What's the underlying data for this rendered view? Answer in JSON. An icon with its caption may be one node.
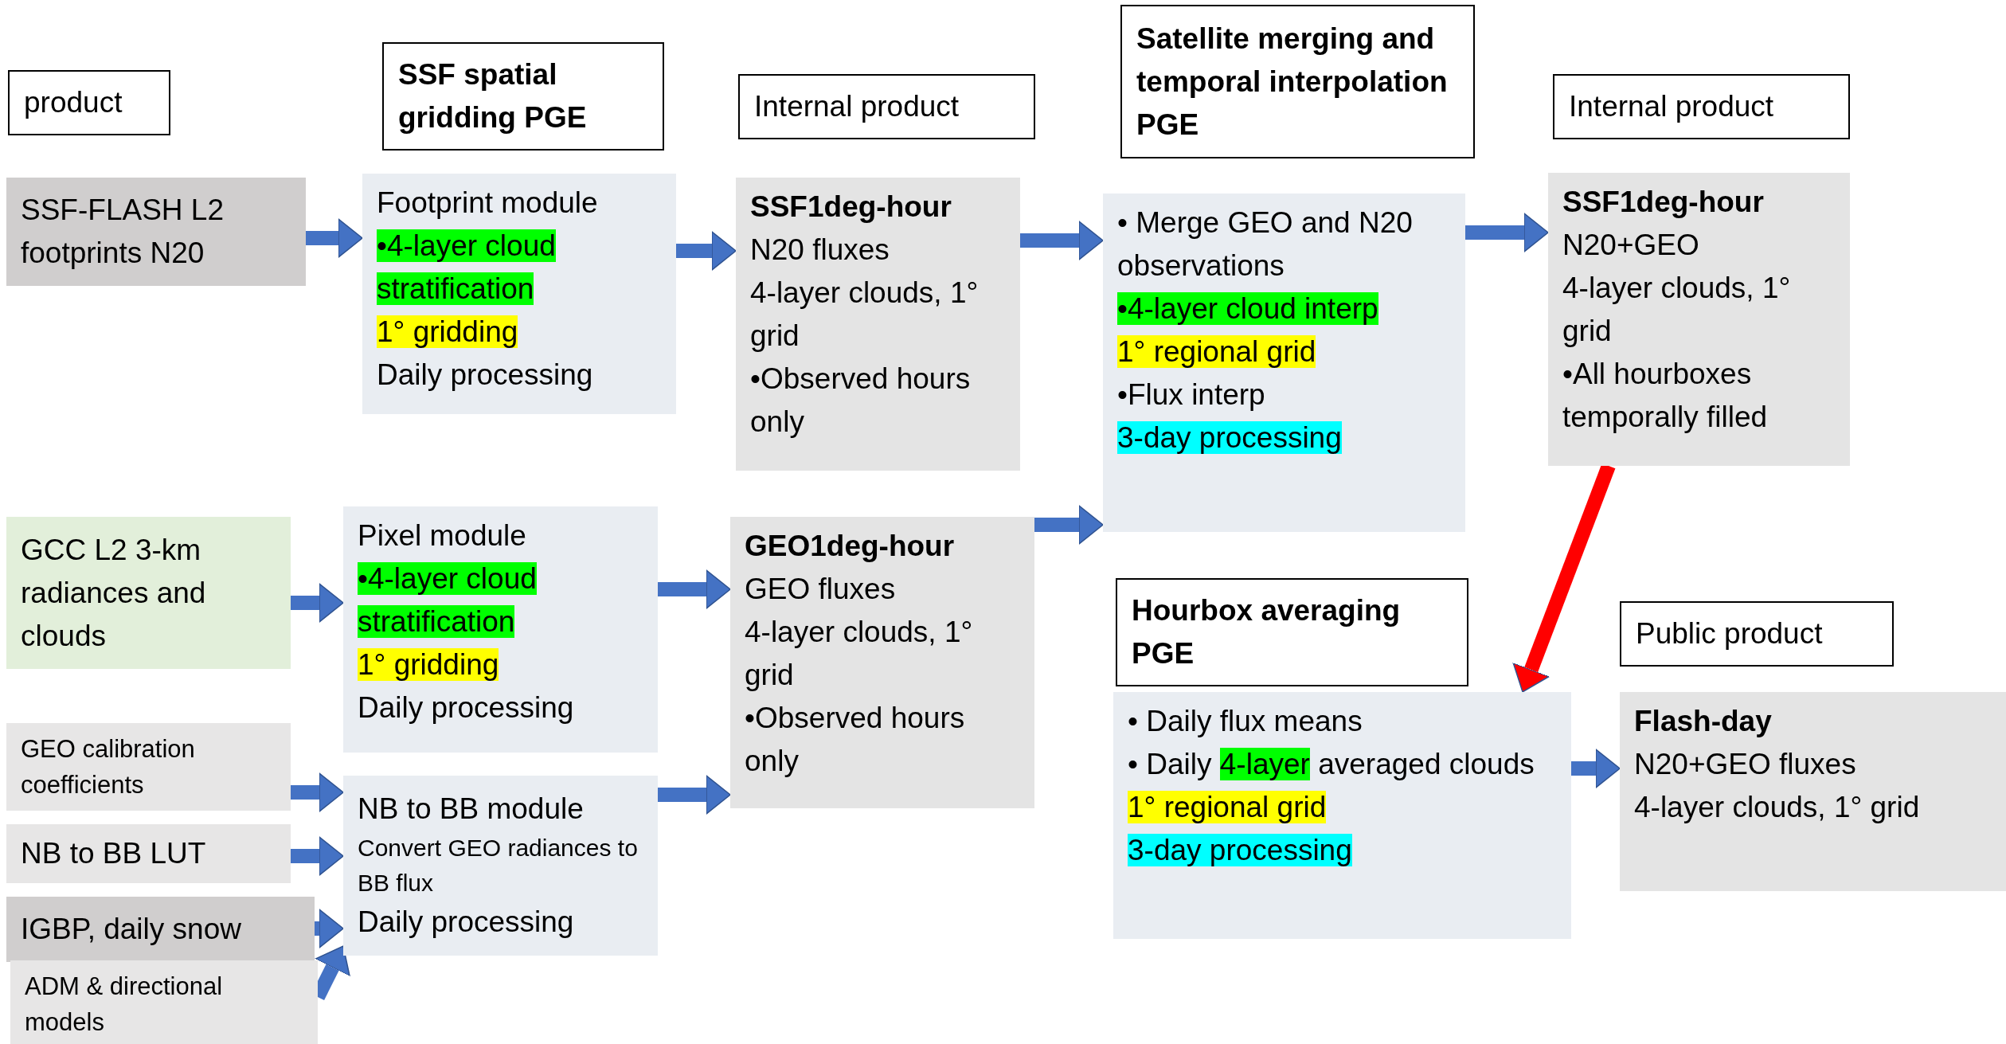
{
  "diagram": {
    "nodes": [
      {
        "text": [
          "product"
        ]
      },
      {
        "text": [
          "SSF spatial gridding PGE"
        ]
      },
      {
        "text": [
          "Internal product"
        ]
      },
      {
        "text": [
          "Satellite merging and temporal interpolation PGE"
        ]
      },
      {
        "text": [
          "Internal product"
        ]
      },
      {
        "text": [
          "SSF-FLASH L2 footprints N20"
        ]
      },
      {
        "text": [
          "Footprint module",
          "•4-layer cloud stratification",
          "1° gridding",
          "Daily processing"
        ]
      },
      {
        "text": [
          "SSF1deg-hour",
          "N20 fluxes",
          "4-layer clouds, 1° grid",
          "•Observed hours only"
        ]
      },
      {
        "text": [
          "• Merge GEO and N20 observations",
          "•4-layer cloud interp",
          "1° regional grid",
          "•Flux interp",
          "3-day processing"
        ]
      },
      {
        "text": [
          "SSF1deg-hour",
          "N20+GEO",
          "4-layer clouds, 1° grid",
          "•All hourboxes temporally filled"
        ]
      },
      {
        "text": [
          "GCC L2 3-km radiances and clouds"
        ]
      },
      {
        "text": [
          "Pixel module",
          "•4-layer cloud stratification",
          "1° gridding",
          "Daily processing"
        ]
      },
      {
        "text": [
          "GEO1deg-hour",
          "GEO fluxes",
          "4-layer clouds, 1° grid",
          "•Observed hours only"
        ]
      },
      {
        "text": [
          "Hourbox averaging PGE"
        ]
      },
      {
        "text": [
          "Public product"
        ]
      },
      {
        "text": [
          "GEO calibration coefficients"
        ]
      },
      {
        "text": [
          "NB to BB module",
          "Convert GEO radiances to BB flux",
          "Daily processing"
        ]
      },
      {
        "text": [
          "NB to BB LUT"
        ]
      },
      {
        "text": [
          "• Daily flux means",
          "• Daily 4-layer averaged clouds",
          "1° regional grid",
          "3-day processing"
        ]
      },
      {
        "text": [
          "Flash-day",
          "N20+GEO fluxes",
          "4-layer clouds, 1° grid"
        ]
      },
      {
        "text": [
          "IGBP, daily snow"
        ]
      },
      {
        "text": [
          "ADM & directional models"
        ]
      }
    ],
    "edges": [
      {
        "from": 5,
        "to": 6,
        "arrow": "to"
      },
      {
        "from": 6,
        "to": 7,
        "arrow": "to"
      },
      {
        "from": 7,
        "to": 8,
        "arrow": "to"
      },
      {
        "from": 8,
        "to": 9,
        "arrow": "to"
      },
      {
        "from": 10,
        "to": 11,
        "arrow": "to"
      },
      {
        "from": 11,
        "to": 12,
        "arrow": "to"
      },
      {
        "from": 12,
        "to": 8,
        "arrow": "to"
      },
      {
        "from": 15,
        "to": 16,
        "arrow": "to"
      },
      {
        "from": 17,
        "to": 16,
        "arrow": "to"
      },
      {
        "from": 20,
        "to": 16,
        "arrow": "to"
      },
      {
        "from": 21,
        "to": 16,
        "arrow": "to"
      },
      {
        "from": 16,
        "to": 12,
        "arrow": "to"
      },
      {
        "from": 9,
        "to": 18,
        "arrow": "to",
        "color": "#ff0000"
      },
      {
        "from": 18,
        "to": 19,
        "arrow": "to"
      }
    ]
  }
}
